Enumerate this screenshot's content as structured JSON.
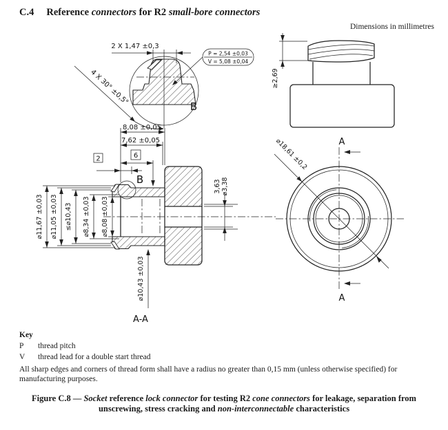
{
  "header": {
    "section_number": "C.4",
    "title_part1": "Reference ",
    "title_italic1": "connectors",
    "title_part2": " for R2 ",
    "title_italic2": "small-bore connectors",
    "dimensions_note": "Dimensions in millimetres"
  },
  "detail_b_view": {
    "crest_dim": "2 X 1,47 ±0,3",
    "angle_dim": "4 X 30° ±0,5°",
    "callout_p": "P = 2,54 ±0,03",
    "callout_v": "V = 5,08 ±0,04",
    "label": "B"
  },
  "side_view": {
    "thread_length_dim": "≥2,69",
    "section_label_top": "A",
    "section_label_bottom": "A"
  },
  "section_view": {
    "depth_dim_outer": "8,08 ±0,05",
    "depth_dim_inner": "7,62 ±0,05",
    "boxed_thread_length": "6",
    "boxed_lead_in": "2",
    "detail_label": "B",
    "dia_11_67": "⌀11,67 ±0,03",
    "dia_11_05": "⌀11,05 ±0,03",
    "dia_max_10_43": "≤⌀10,43",
    "dia_8_34": "⌀8,34 ±0,03",
    "dia_8_08": "⌀8,08 ±0,03",
    "dia_10_43": "⌀10,43 ±0,03",
    "depth_3_63": "3,63",
    "dia_3_38": "⌀3,38",
    "section_name": "A-A"
  },
  "front_view": {
    "dia_outer": "⌀18,61 ±0,2"
  },
  "key": {
    "title": "Key",
    "items": [
      {
        "symbol": "P",
        "description": "thread pitch"
      },
      {
        "symbol": "V",
        "description": "thread lead for a double start thread"
      }
    ],
    "note": "All sharp edges and corners of thread form shall have a radius no greater than 0,15 mm (unless otherwise specified) for manufacturing purposes."
  },
  "caption": {
    "prefix": "Figure C.8 — ",
    "italic1": "Socket",
    "mid1": " reference ",
    "italic2": "lock connector",
    "mid2": " for testing R2 ",
    "italic3": "cone connectors",
    "mid3": " for leakage, separation from unscrewing, stress cracking and ",
    "italic4": "non-interconnectable",
    "suffix": " characteristics"
  }
}
